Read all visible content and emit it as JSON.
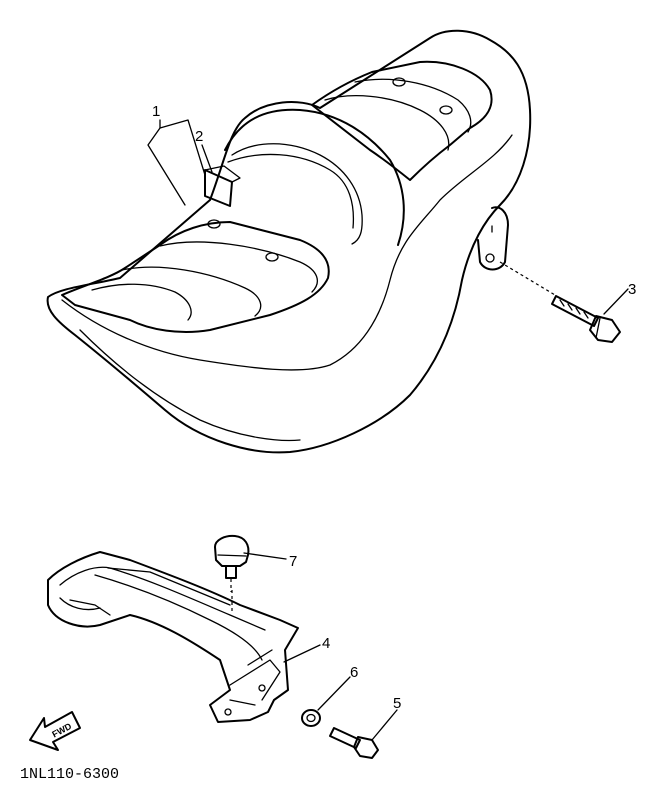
{
  "diagram": {
    "callouts": {
      "c1": "1",
      "c2": "2",
      "c3": "3",
      "c4": "4",
      "c5": "5",
      "c6": "6",
      "c7": "7"
    },
    "front_arrow_label": "FWD",
    "drawing_code": "1NL110-6300",
    "parts": [
      "seat",
      "seat-cover",
      "bolt",
      "bracket",
      "bolt",
      "washer",
      "damper"
    ]
  }
}
